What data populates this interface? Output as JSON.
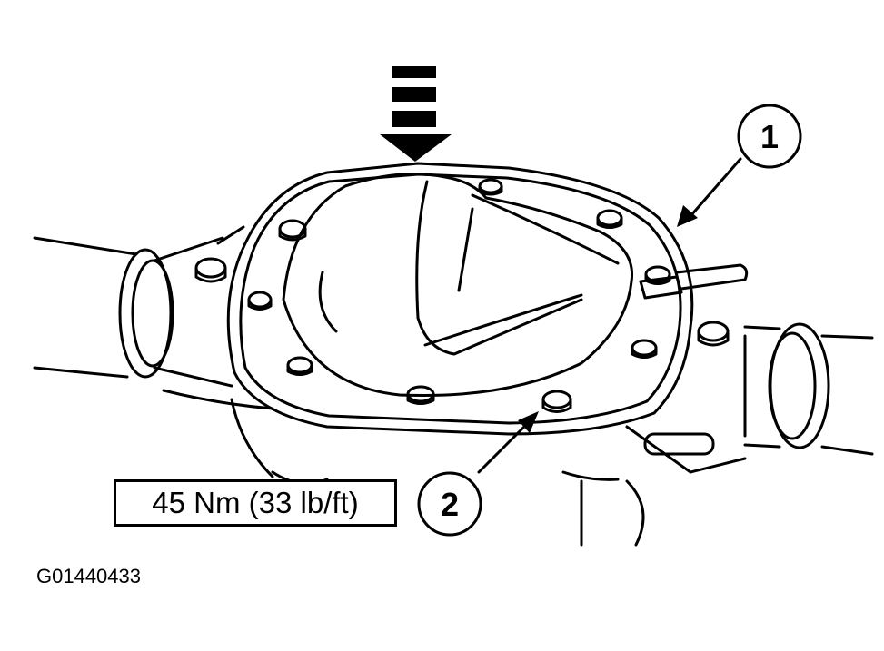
{
  "callouts": [
    {
      "number": "1"
    },
    {
      "number": "2"
    }
  ],
  "torque_label": "45 Nm (33 lb/ft)",
  "figure_id": "G01440433",
  "colors": {
    "line": "#000000",
    "background": "#ffffff"
  }
}
